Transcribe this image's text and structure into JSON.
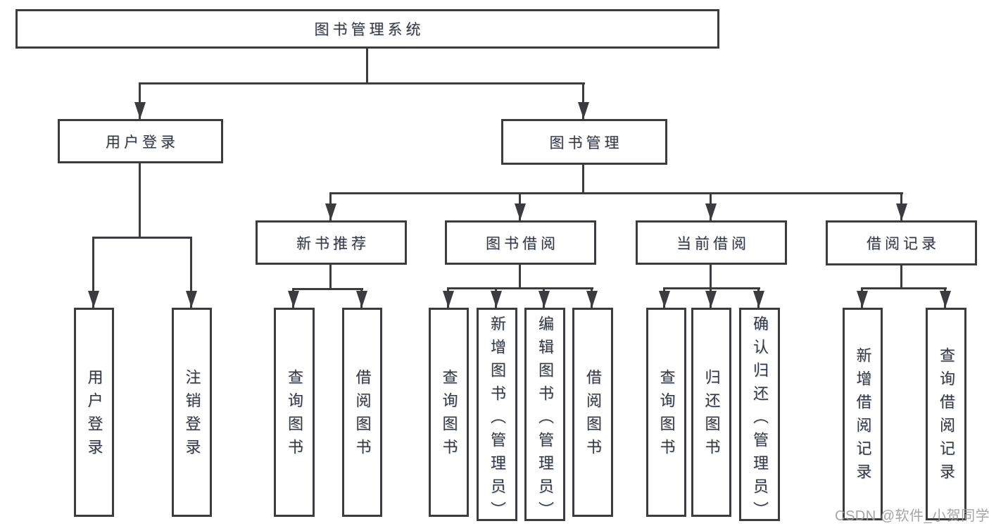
{
  "colors": {
    "line": "#3b3b40",
    "text": "#38383d",
    "watermark": "#9c9c9c",
    "background": "#ffffff"
  },
  "watermark": {
    "text": "CSDN @软件_小贺同学"
  },
  "tree": {
    "label": "图书管理系统",
    "children": [
      {
        "label": "用户登录",
        "children": [
          {
            "label": "用户登录"
          },
          {
            "label": "注销登录"
          }
        ]
      },
      {
        "label": "图书管理",
        "children": [
          {
            "label": "新书推荐",
            "children": [
              {
                "label": "查询图书"
              },
              {
                "label": "借阅图书"
              }
            ]
          },
          {
            "label": "图书借阅",
            "children": [
              {
                "label": "查询图书"
              },
              {
                "label": "新增图书（管理员）"
              },
              {
                "label": "编辑图书（管理员）"
              },
              {
                "label": "借阅图书"
              }
            ]
          },
          {
            "label": "当前借阅",
            "children": [
              {
                "label": "查询图书"
              },
              {
                "label": "归还图书"
              },
              {
                "label": "确认归还（管理员）"
              }
            ]
          },
          {
            "label": "借阅记录",
            "children": [
              {
                "label": "新增借阅记录"
              },
              {
                "label": "查询借阅记录"
              }
            ]
          }
        ]
      }
    ]
  }
}
